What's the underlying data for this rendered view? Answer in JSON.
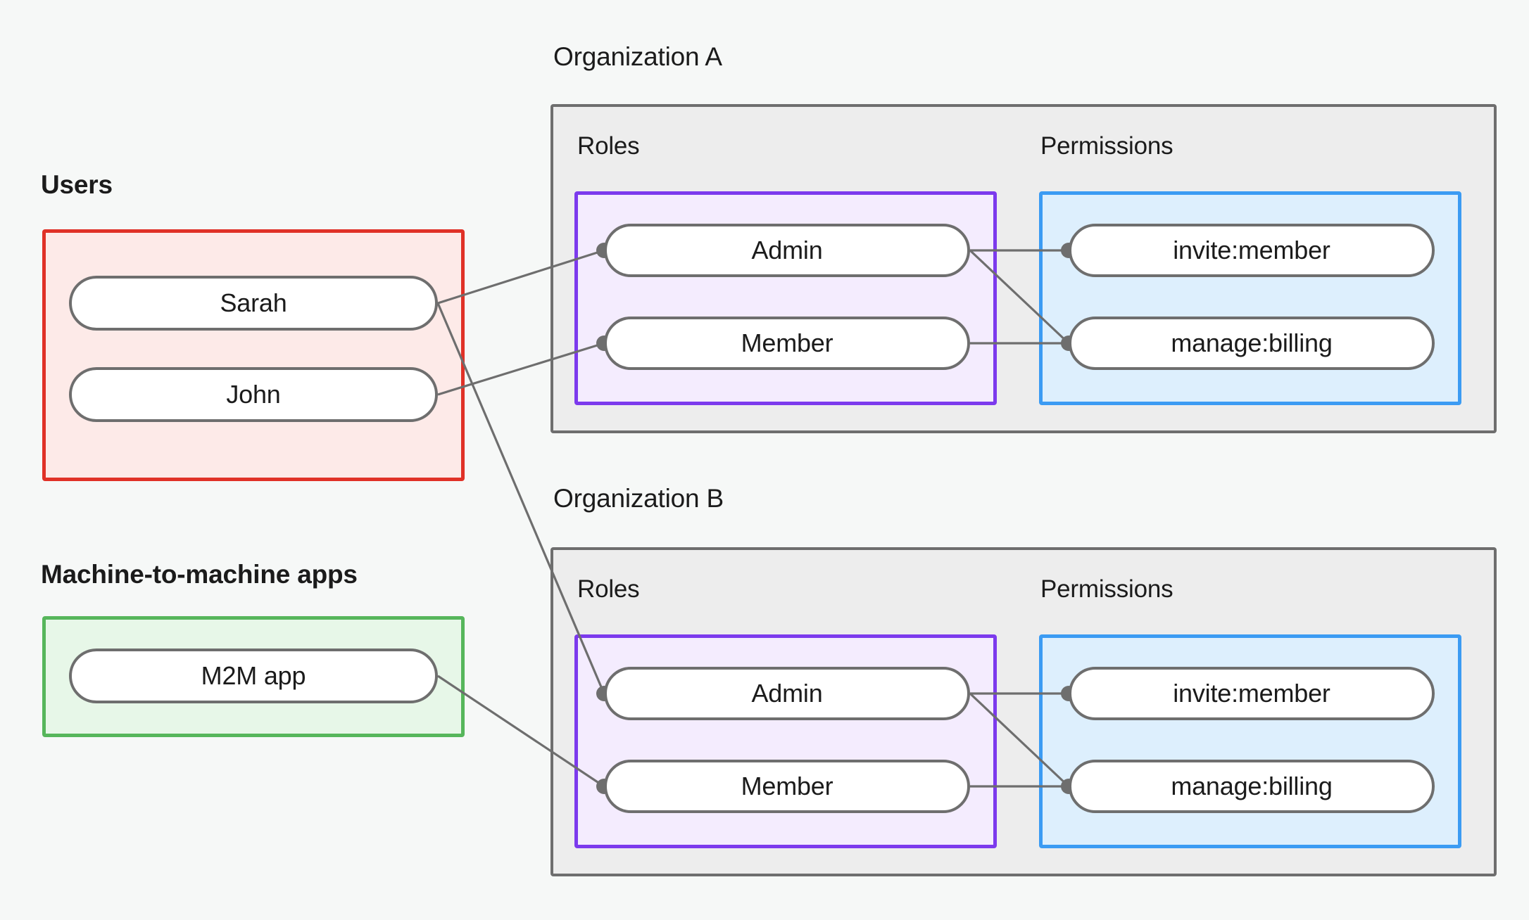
{
  "diagram": {
    "title_visible": false,
    "background_color": "#f6f8f7",
    "groups": {
      "users": {
        "label": "Users",
        "border_color": "#e03127",
        "fill_color": "#fdeae8",
        "nodes": [
          {
            "label": "Sarah"
          },
          {
            "label": "John"
          }
        ]
      },
      "m2m": {
        "label": "Machine-to-machine apps",
        "border_color": "#56b65b",
        "fill_color": "#e7f7e8",
        "nodes": [
          {
            "label": "M2M app"
          }
        ]
      }
    },
    "organizations": [
      {
        "title": "Organization A",
        "roles_label": "Roles",
        "permissions_label": "Permissions",
        "roles": [
          {
            "label": "Admin"
          },
          {
            "label": "Member"
          }
        ],
        "permissions": [
          {
            "label": "invite:member"
          },
          {
            "label": "manage:billing"
          }
        ]
      },
      {
        "title": "Organization B",
        "roles_label": "Roles",
        "permissions_label": "Permissions",
        "roles": [
          {
            "label": "Admin"
          },
          {
            "label": "Member"
          }
        ],
        "permissions": [
          {
            "label": "invite:member"
          },
          {
            "label": "manage:billing"
          }
        ]
      }
    ],
    "colors": {
      "roles_border": "#7c3aed",
      "roles_fill": "#f4ecfe",
      "permissions_border": "#3b9bf3",
      "permissions_fill": "#ddeffd",
      "org_border": "#6e6e6e",
      "org_fill": "#ededed",
      "node_border": "#6e6e6e",
      "node_fill": "#ffffff",
      "edge": "#6e6e6e",
      "text": "#1b1b1b"
    },
    "edges": [
      {
        "from": "Sarah",
        "to": "Organization A / Admin"
      },
      {
        "from": "Sarah",
        "to": "Organization B / Admin"
      },
      {
        "from": "John",
        "to": "Organization A / Member"
      },
      {
        "from": "M2M app",
        "to": "Organization B / Member"
      },
      {
        "from": "Organization A / Admin",
        "to": "Organization A / invite:member"
      },
      {
        "from": "Organization A / Admin",
        "to": "Organization A / manage:billing"
      },
      {
        "from": "Organization A / Member",
        "to": "Organization A / manage:billing"
      },
      {
        "from": "Organization B / Admin",
        "to": "Organization B / invite:member"
      },
      {
        "from": "Organization B / Admin",
        "to": "Organization B / manage:billing"
      },
      {
        "from": "Organization B / Member",
        "to": "Organization B / manage:billing"
      }
    ]
  }
}
